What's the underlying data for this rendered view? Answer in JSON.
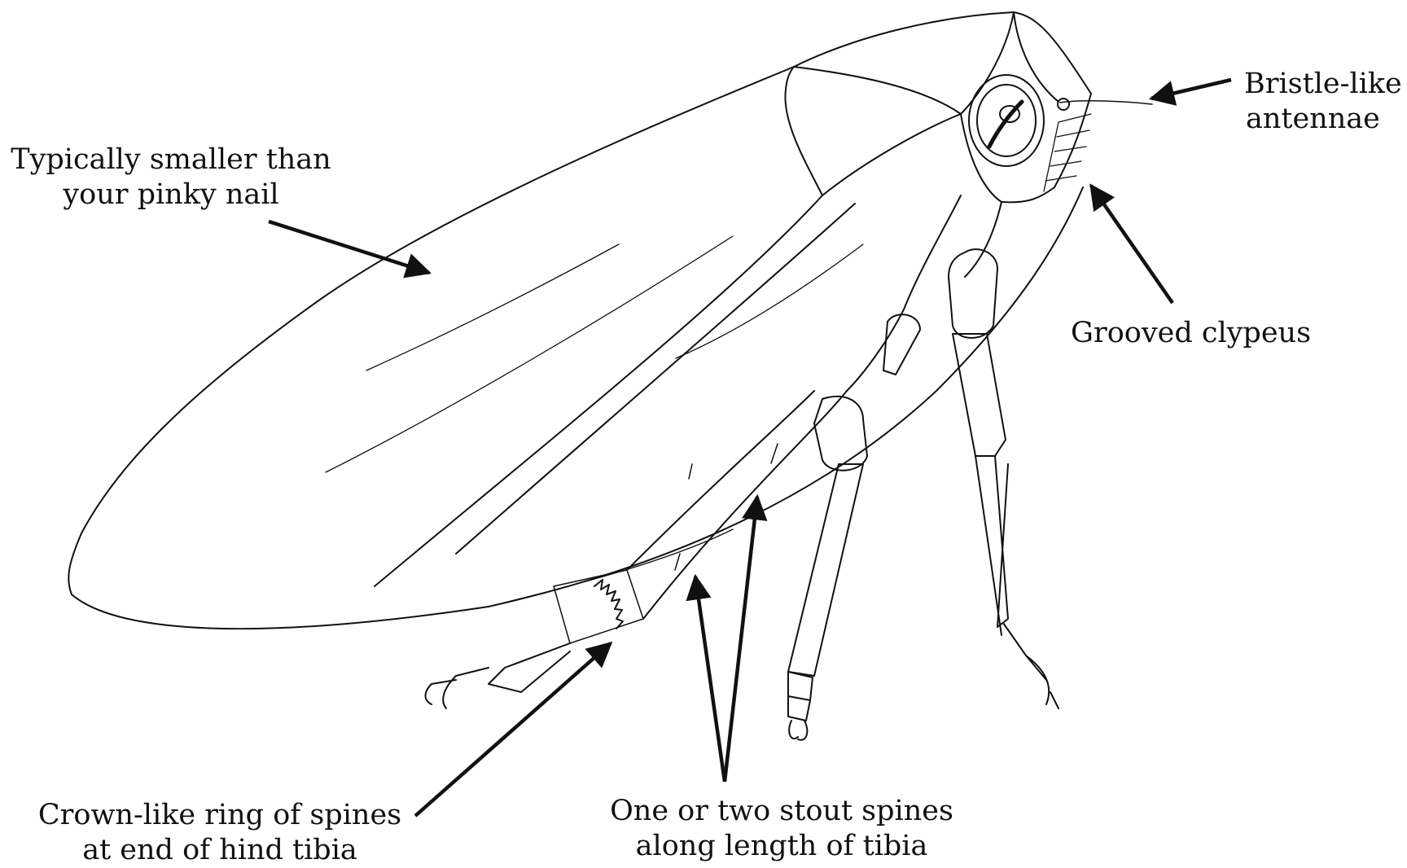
{
  "colors": {
    "ink": "#111111",
    "background": "#ffffff"
  },
  "annotations": {
    "size": {
      "line1": "Typically smaller than",
      "line2": "your pinky nail"
    },
    "antennae": {
      "line1": "Bristle-like",
      "line2": "antennae"
    },
    "clypeus": {
      "line1": "Grooved clypeus"
    },
    "crown_spines": {
      "line1": "Crown-like ring of spines",
      "line2": "at end of hind tibia"
    },
    "stout_spines": {
      "line1": "One or two stout spines",
      "line2": "along length of tibia"
    }
  }
}
